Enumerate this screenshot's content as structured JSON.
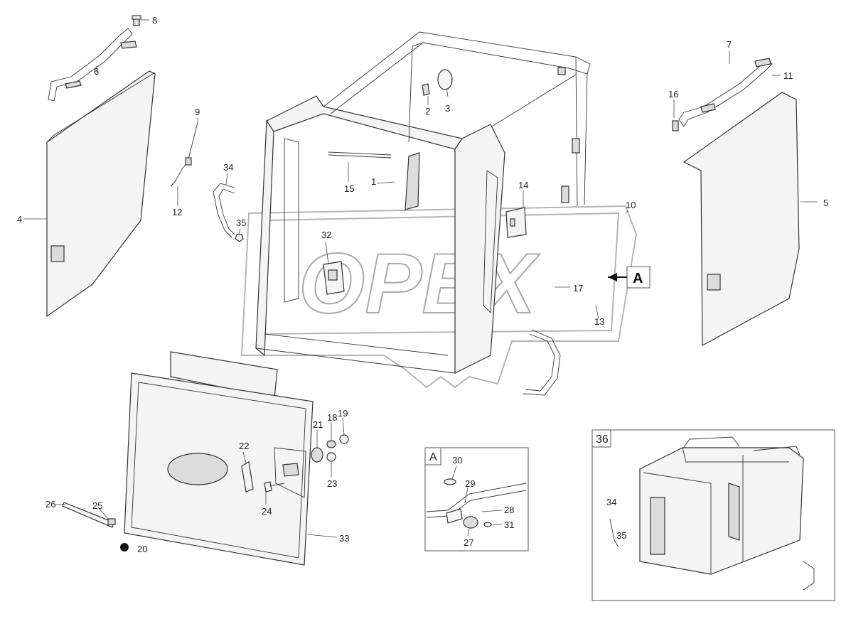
{
  "watermark": {
    "text": "OPEX"
  },
  "callouts": [
    {
      "id": "1",
      "text": "1"
    },
    {
      "id": "2",
      "text": "2"
    },
    {
      "id": "3",
      "text": "3"
    },
    {
      "id": "4",
      "text": "4"
    },
    {
      "id": "5",
      "text": "5"
    },
    {
      "id": "6",
      "text": "6"
    },
    {
      "id": "7",
      "text": "7"
    },
    {
      "id": "8",
      "text": "8"
    },
    {
      "id": "9",
      "text": "9"
    },
    {
      "id": "10",
      "text": "10"
    },
    {
      "id": "11",
      "text": "11"
    },
    {
      "id": "12",
      "text": "12"
    },
    {
      "id": "13",
      "text": "13"
    },
    {
      "id": "14",
      "text": "14"
    },
    {
      "id": "15",
      "text": "15"
    },
    {
      "id": "16",
      "text": "16"
    },
    {
      "id": "17",
      "text": "17"
    },
    {
      "id": "18",
      "text": "18"
    },
    {
      "id": "19",
      "text": "19"
    },
    {
      "id": "20",
      "text": "20"
    },
    {
      "id": "21",
      "text": "21"
    },
    {
      "id": "22",
      "text": "22"
    },
    {
      "id": "23",
      "text": "23"
    },
    {
      "id": "24",
      "text": "24"
    },
    {
      "id": "25",
      "text": "25"
    },
    {
      "id": "26",
      "text": "26"
    },
    {
      "id": "27",
      "text": "27"
    },
    {
      "id": "28",
      "text": "28"
    },
    {
      "id": "29",
      "text": "29"
    },
    {
      "id": "30",
      "text": "30"
    },
    {
      "id": "31",
      "text": "31"
    },
    {
      "id": "32",
      "text": "32"
    },
    {
      "id": "33",
      "text": "33"
    },
    {
      "id": "34",
      "text": "34"
    },
    {
      "id": "35",
      "text": "35"
    }
  ],
  "detail_a": {
    "marker": "A",
    "title": "A"
  },
  "inset_36": {
    "title": "36",
    "callouts": {
      "c34": "34",
      "c35": "35"
    }
  }
}
